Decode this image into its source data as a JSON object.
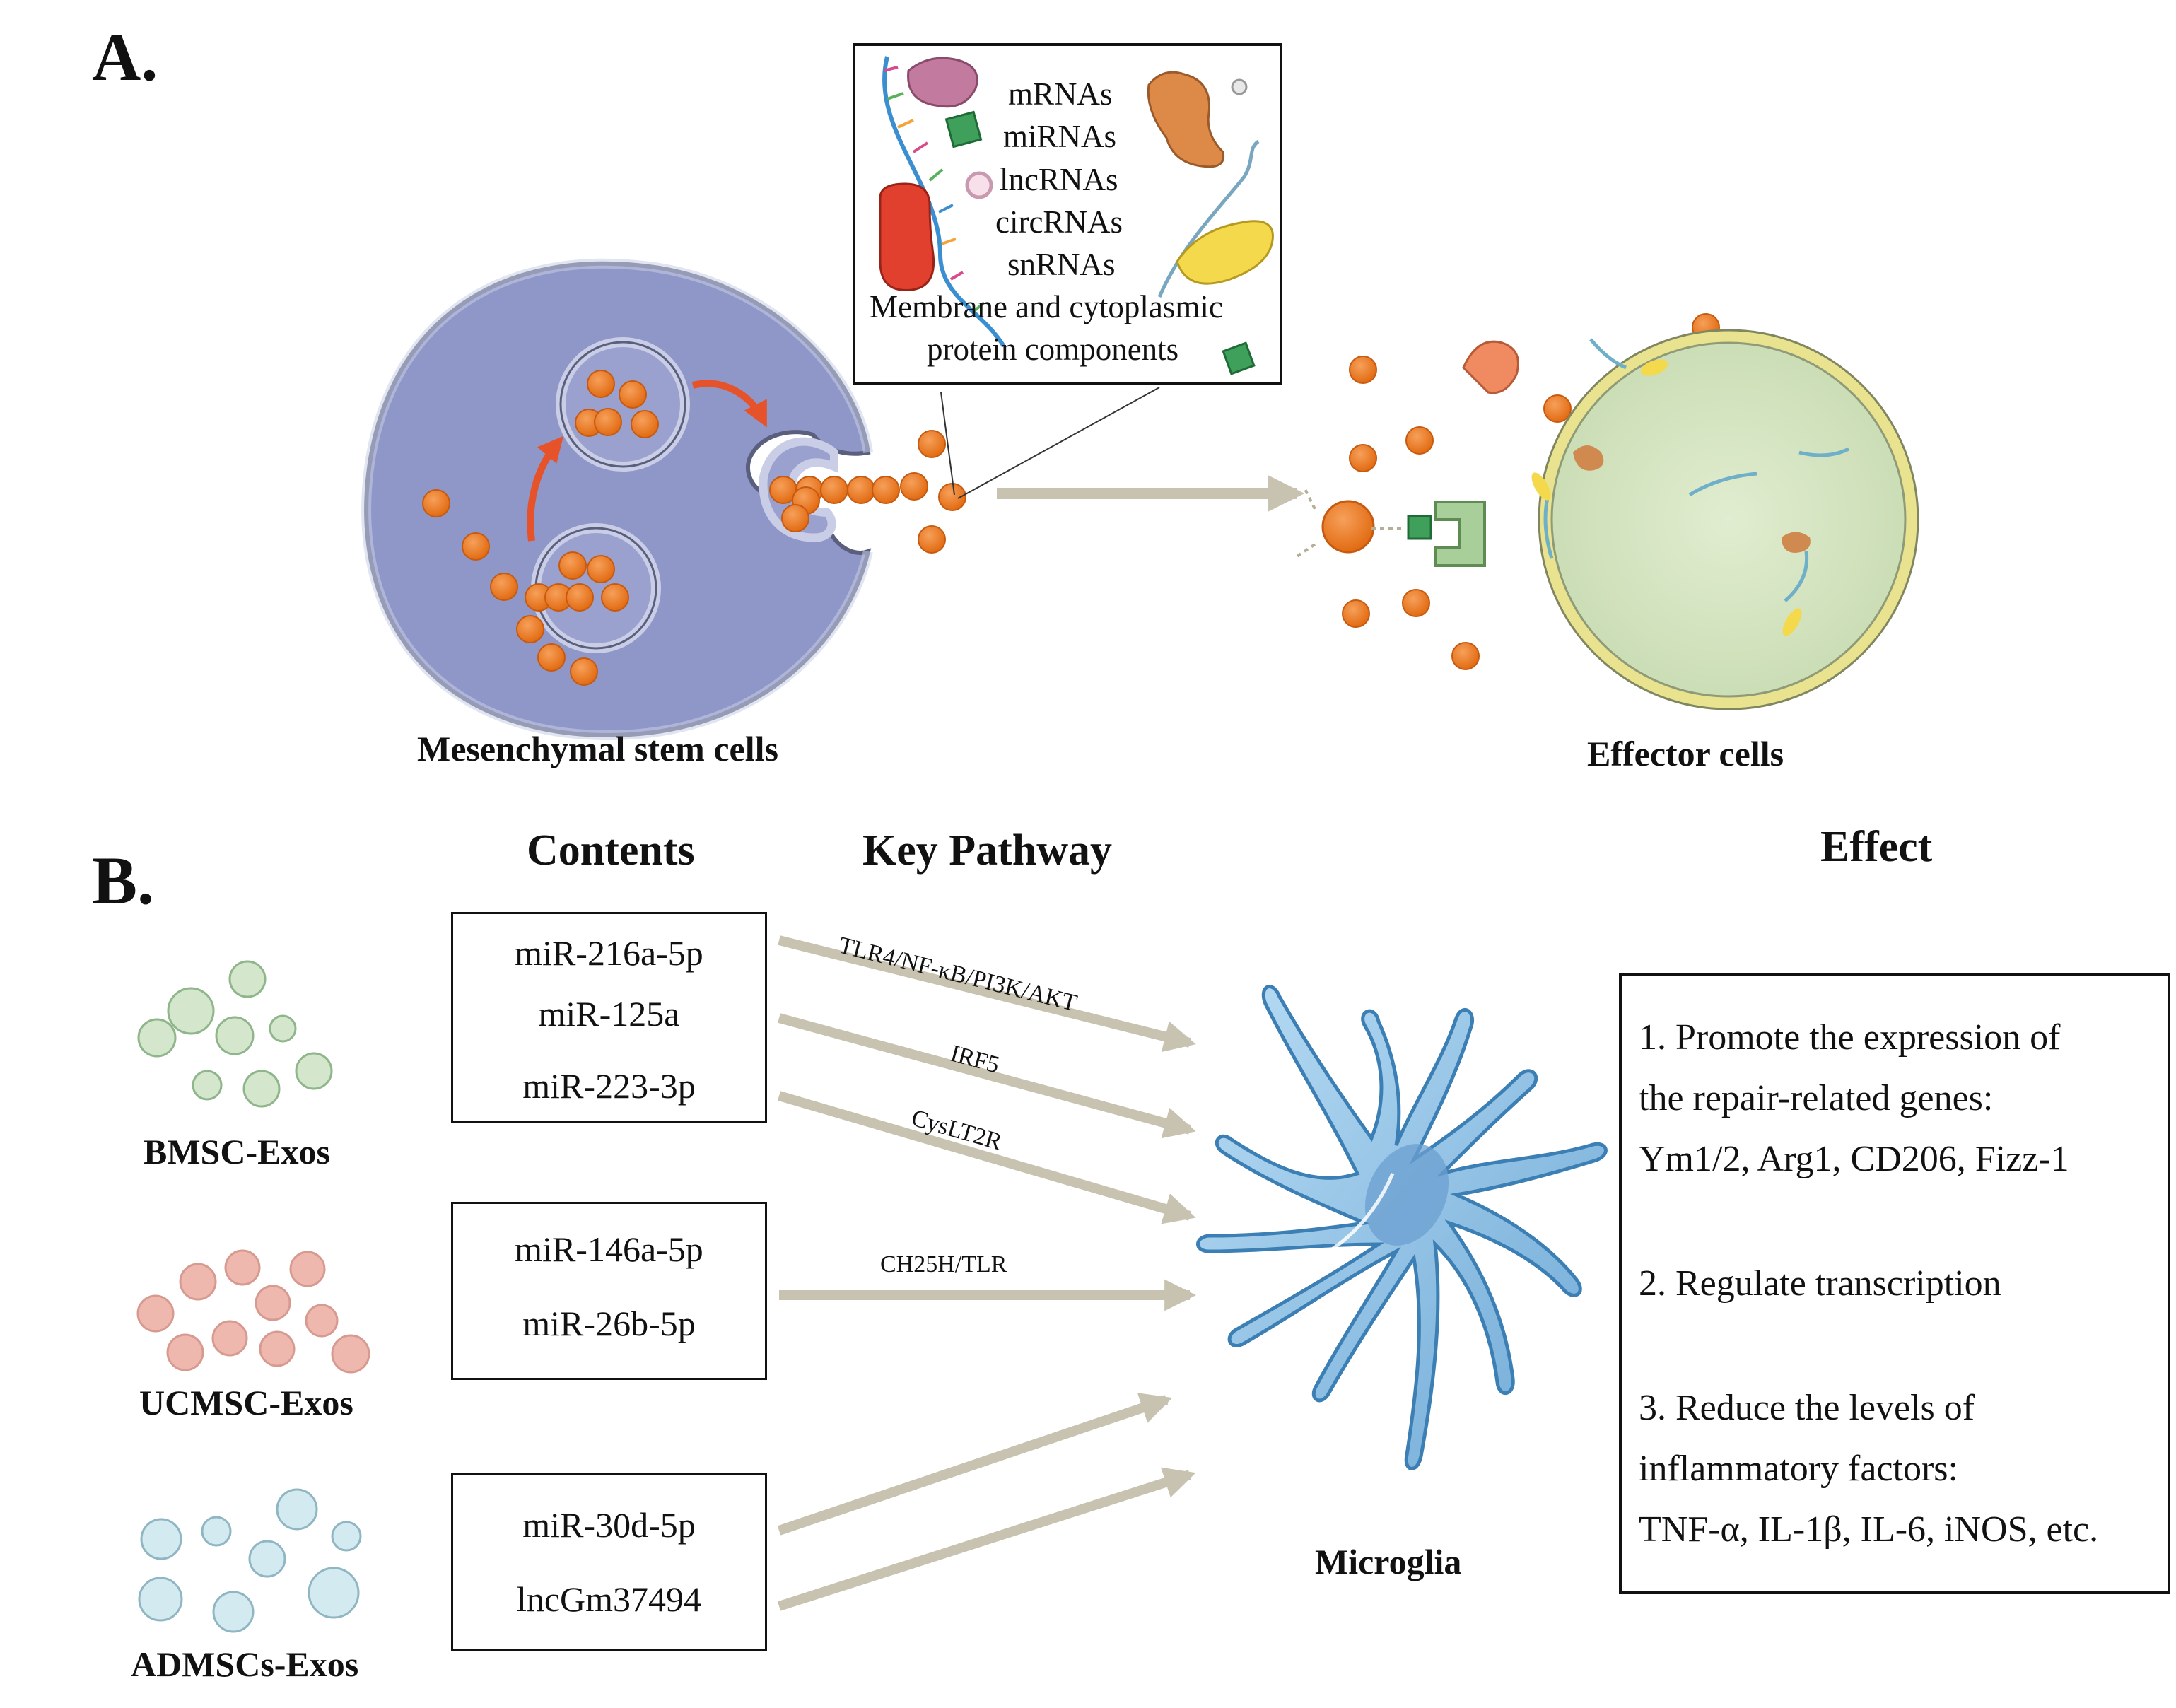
{
  "panel_a": {
    "label": "A.",
    "source_label": "Mesenchymal stem cells",
    "target_label": "Effector cells",
    "cargo": [
      "mRNAs",
      "miRNAs",
      "lncRNAs",
      "circRNAs",
      "snRNAs"
    ],
    "protein_line1": "Membrane and cytoplasmic",
    "protein_line2": "protein components"
  },
  "panel_b": {
    "label": "B.",
    "headers": {
      "contents": "Contents",
      "pathway": "Key Pathway",
      "effect": "Effect"
    },
    "sources": [
      {
        "label": "BMSC-Exos",
        "contents": [
          "miR-216a-5p",
          "miR-125a",
          "miR-223-3p"
        ]
      },
      {
        "label": "UCMSC-Exos",
        "contents": [
          "miR-146a-5p",
          "miR-26b-5p"
        ]
      },
      {
        "label": "ADMSCs-Exos",
        "contents": [
          "miR-30d-5p",
          "lncGm37494"
        ]
      }
    ],
    "pathways": [
      "TLR4/NF-κB/PI3K/AKT",
      "IRF5",
      "CysLT2R",
      "CH25H/TLR"
    ],
    "target_label": "Microglia",
    "effects": [
      "1. Promote the expression of",
      "the repair-related genes:",
      "Ym1/2, Arg1, CD206, Fizz-1",
      "2. Regulate transcription",
      "3. Reduce the levels of",
      "inflammatory factors:",
      "TNF-α, IL-1β, IL-6, iNOS, etc."
    ]
  },
  "colors": {
    "msc_cell": "#8f97c8",
    "msc_outline": "#5a5f7d",
    "exosome": "#ec7a23",
    "effector_cell": "#d8e8c4",
    "effector_outline": "#e9e38f",
    "flow_arrow": "#c8c2b0",
    "curve_arrow": "#e6532a",
    "bmsc_exo": "#d4e6cc",
    "ucmsc_exo": "#efb8ae",
    "admsc_exo": "#d3eaf0",
    "microglia": "#8cc0e4"
  }
}
